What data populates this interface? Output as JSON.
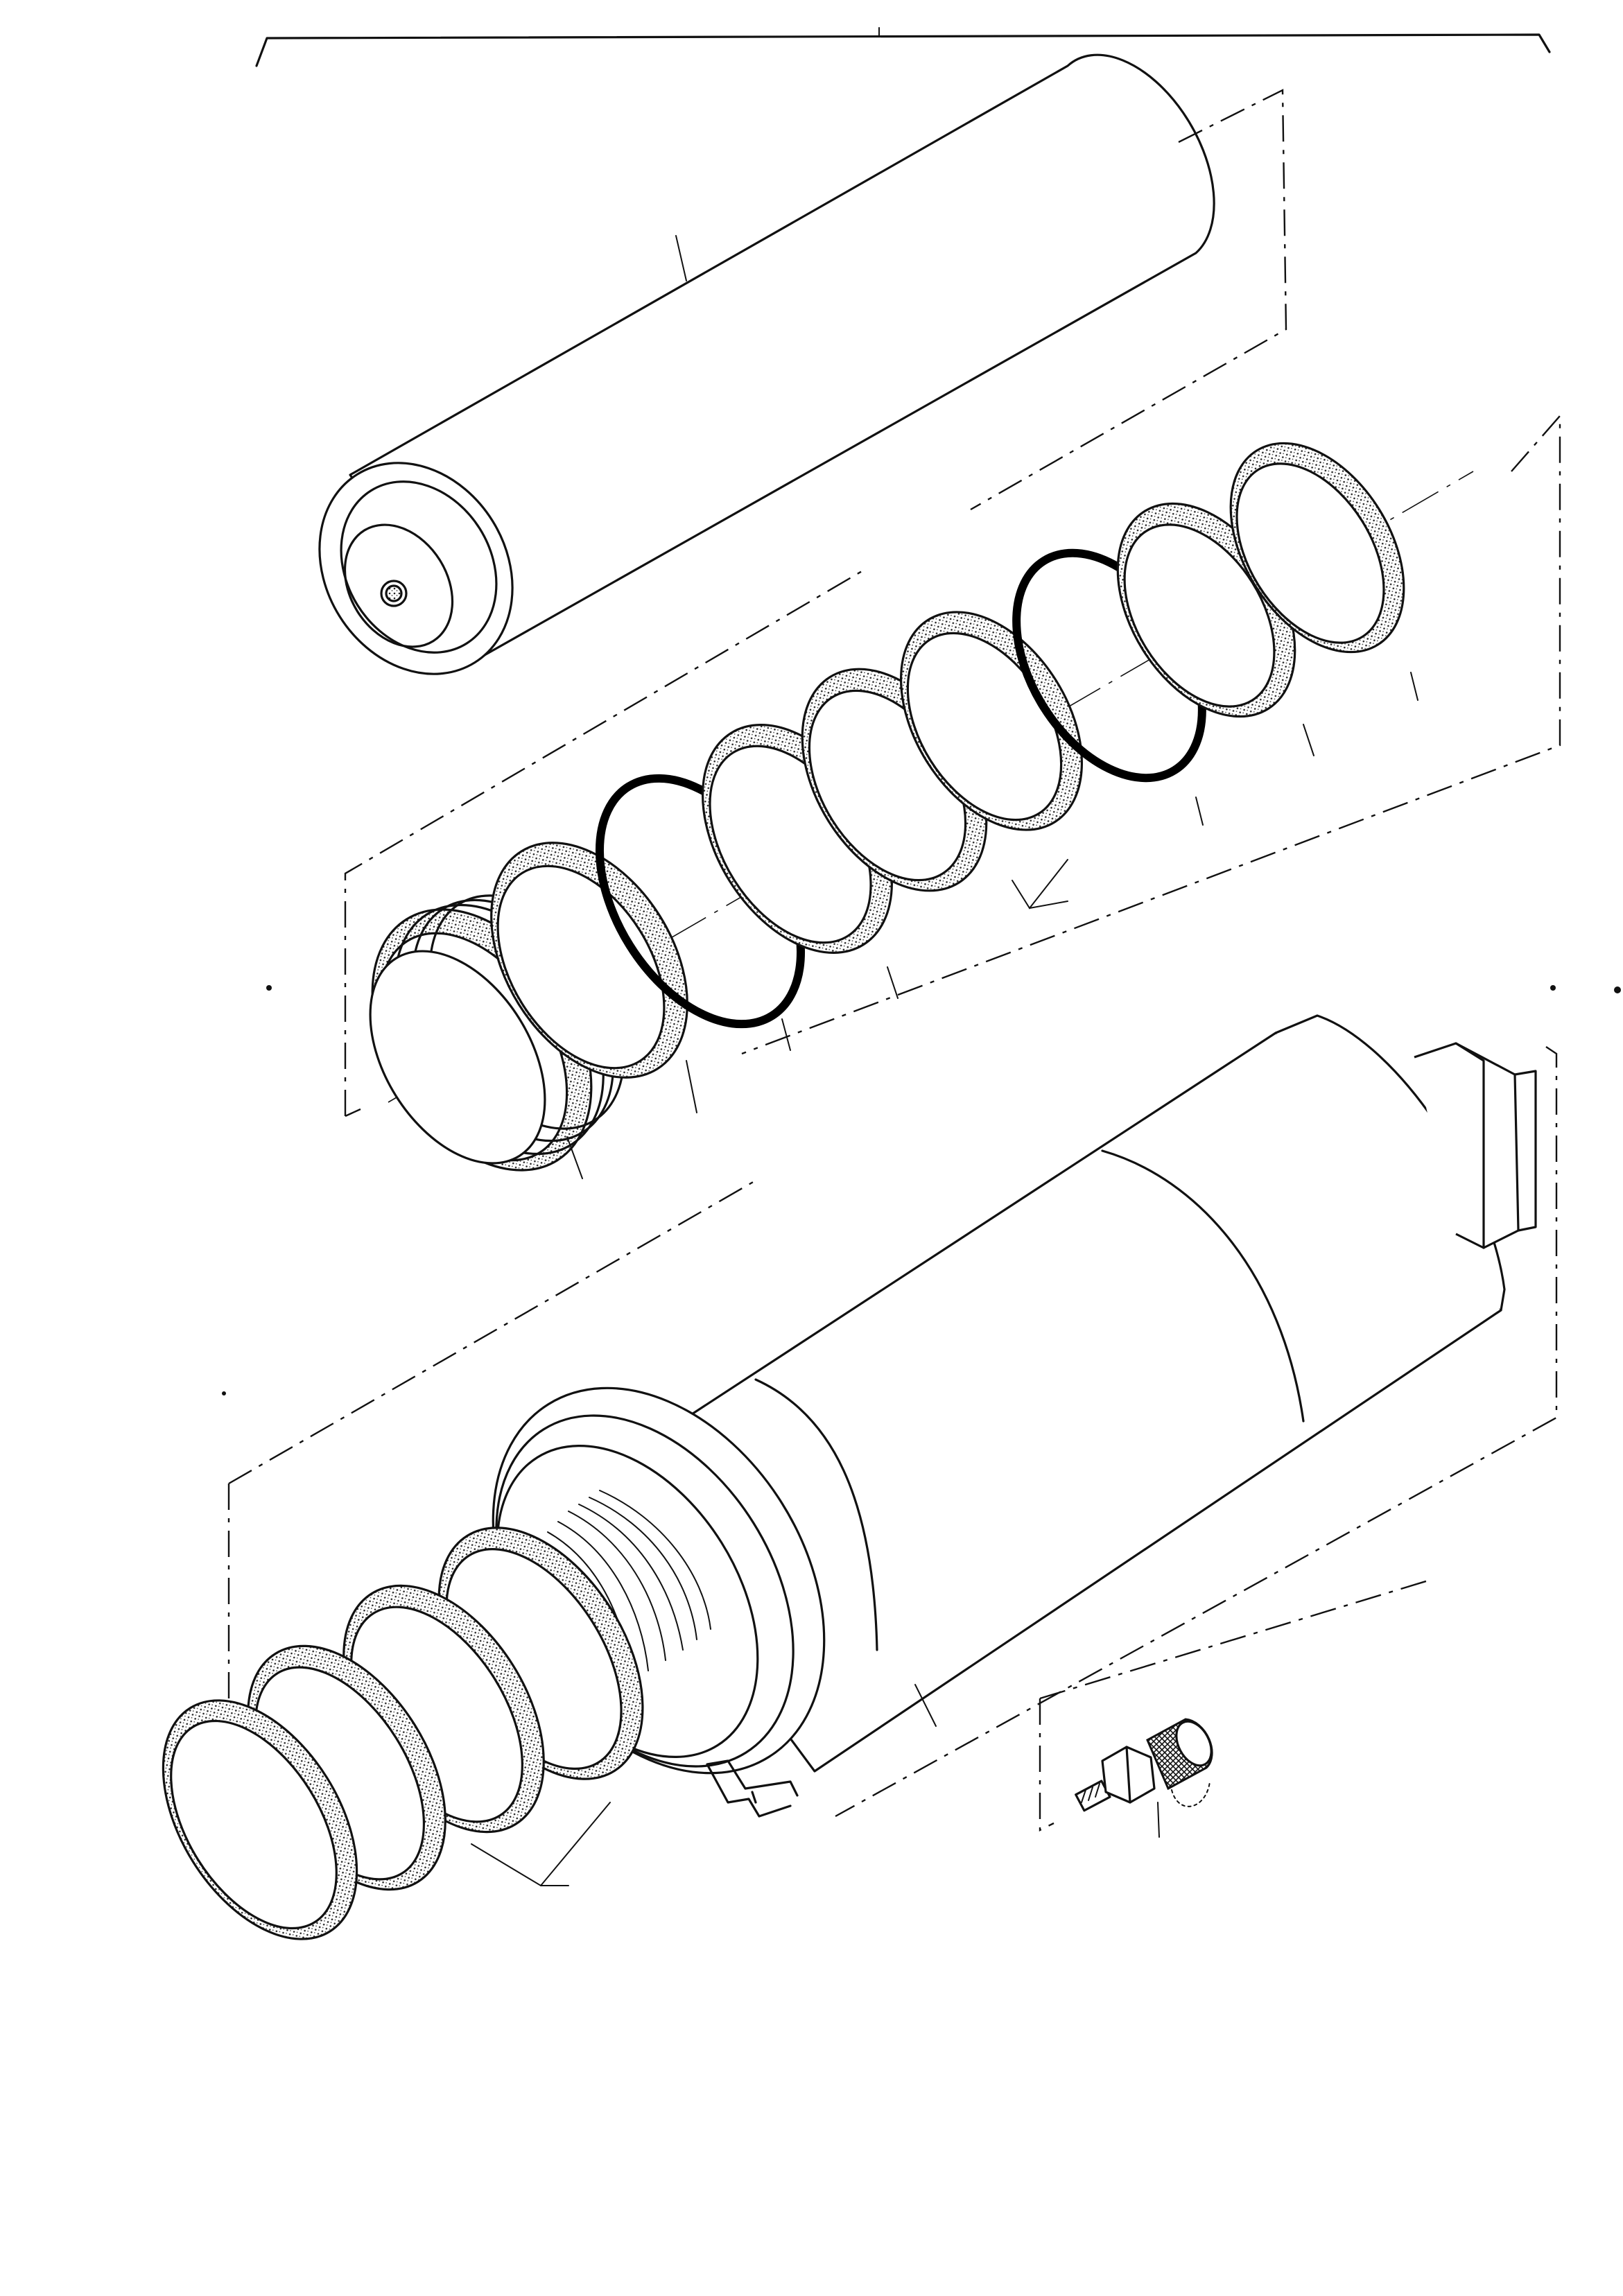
{
  "figure": {
    "kind": "exploded-assembly-line-drawing",
    "text_labels": []
  },
  "parts": [
    "piston-rod",
    "rod-seal-kit",
    "cylinder-body",
    "piston-ring-set",
    "grease-fitting-with-cap"
  ],
  "colors": {
    "ink": "#111111",
    "paper": "#ffffff"
  }
}
